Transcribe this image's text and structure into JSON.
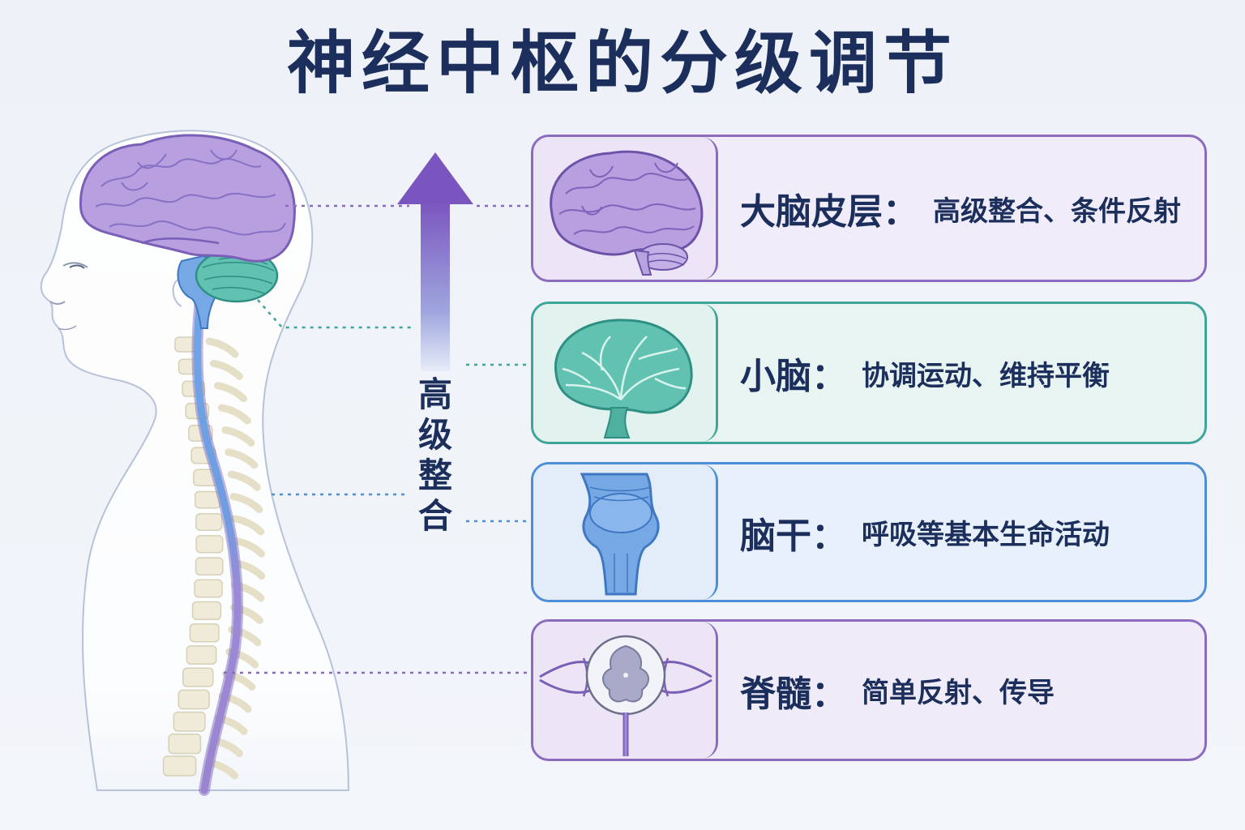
{
  "title": "神经中枢的分级调节",
  "arrow_label": [
    "高",
    "级",
    "整",
    "合"
  ],
  "levels": [
    {
      "name": "大脑皮层",
      "colon": "：",
      "desc": "高级整合、条件反射",
      "color": "#8a6bbd"
    },
    {
      "name": "小脑",
      "colon": "：",
      "desc": "协调运动、维持平衡",
      "color": "#3fa598"
    },
    {
      "name": "脑干",
      "colon": "：",
      "desc": "呼吸等基本生命活动",
      "color": "#4d8fd6"
    },
    {
      "name": "脊髓",
      "colon": "：",
      "desc": "简单反射、传导",
      "color": "#8a6bbd"
    }
  ],
  "icons": [
    "human-head-spine-illustration-icon",
    "cerebrum-icon",
    "cerebellum-icon",
    "brainstem-icon",
    "spinal-cord-cross-section-icon",
    "up-arrow-icon"
  ]
}
